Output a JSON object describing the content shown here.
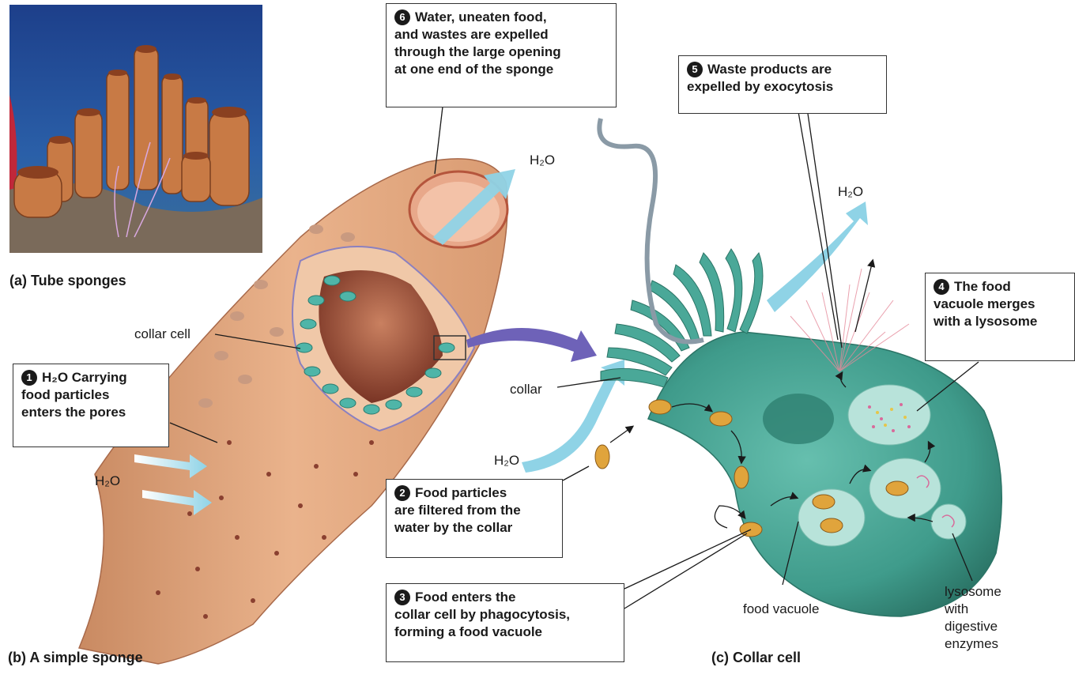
{
  "captions": {
    "a": "(a) Tube sponges",
    "b": "(b) A simple sponge",
    "c": "(c) Collar cell"
  },
  "labels": {
    "collar_cell": "collar cell",
    "collar": "collar",
    "food_vacuole": "food vacuole",
    "lysosome": [
      "lysosome",
      "with",
      "digestive",
      "enzymes"
    ],
    "h2o": "H₂O"
  },
  "steps": [
    {
      "number": "1",
      "lines": [
        "H₂O Carrying",
        "food particles",
        "enters the pores"
      ]
    },
    {
      "number": "2",
      "lines": [
        "Food particles",
        "are filtered from the",
        "water by the collar"
      ]
    },
    {
      "number": "3",
      "lines": [
        "Food enters the",
        "collar cell by phagocytosis,",
        "forming a food vacuole"
      ]
    },
    {
      "number": "4",
      "lines": [
        "The food",
        "vacuole merges",
        "with a lysosome"
      ]
    },
    {
      "number": "5",
      "lines": [
        "Waste products  are",
        "expelled by exocytosis"
      ]
    },
    {
      "number": "6",
      "lines": [
        "Water, uneaten food,",
        "and wastes are expelled",
        "through the large opening",
        "at one end of the sponge"
      ]
    }
  ],
  "colors": {
    "water_arrow": "#8fd3e6",
    "sponge_body": "#e9b08a",
    "collar_cell": "#3f9b8b",
    "vacuole": "#b8e3da",
    "food_particle": "#e0a43c",
    "pointer_arrow": "#6e62b8"
  }
}
